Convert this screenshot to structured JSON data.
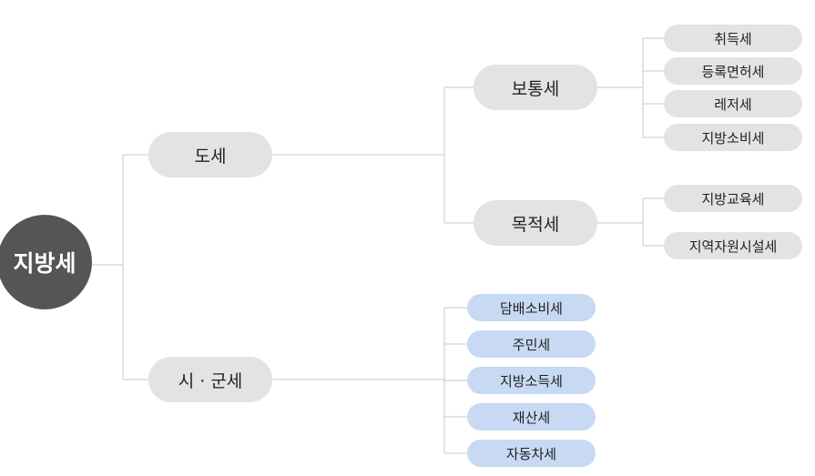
{
  "root": {
    "label": "지방세"
  },
  "do": {
    "label": "도세",
    "bt": {
      "label": "보통세",
      "items": [
        "취득세",
        "등록면허세",
        "레저세",
        "지방소비세"
      ]
    },
    "mj": {
      "label": "목적세",
      "items": [
        "지방교육세",
        "지역자원시설세"
      ]
    }
  },
  "si": {
    "label": "시 · 군세",
    "items": [
      "담배소비세",
      "주민세",
      "지방소득세",
      "재산세",
      "자동차세"
    ]
  },
  "colors": {
    "root": "#555555",
    "node": "#e3e3e3",
    "blue": "#c7d9f3",
    "line": "#c8c8c8"
  }
}
